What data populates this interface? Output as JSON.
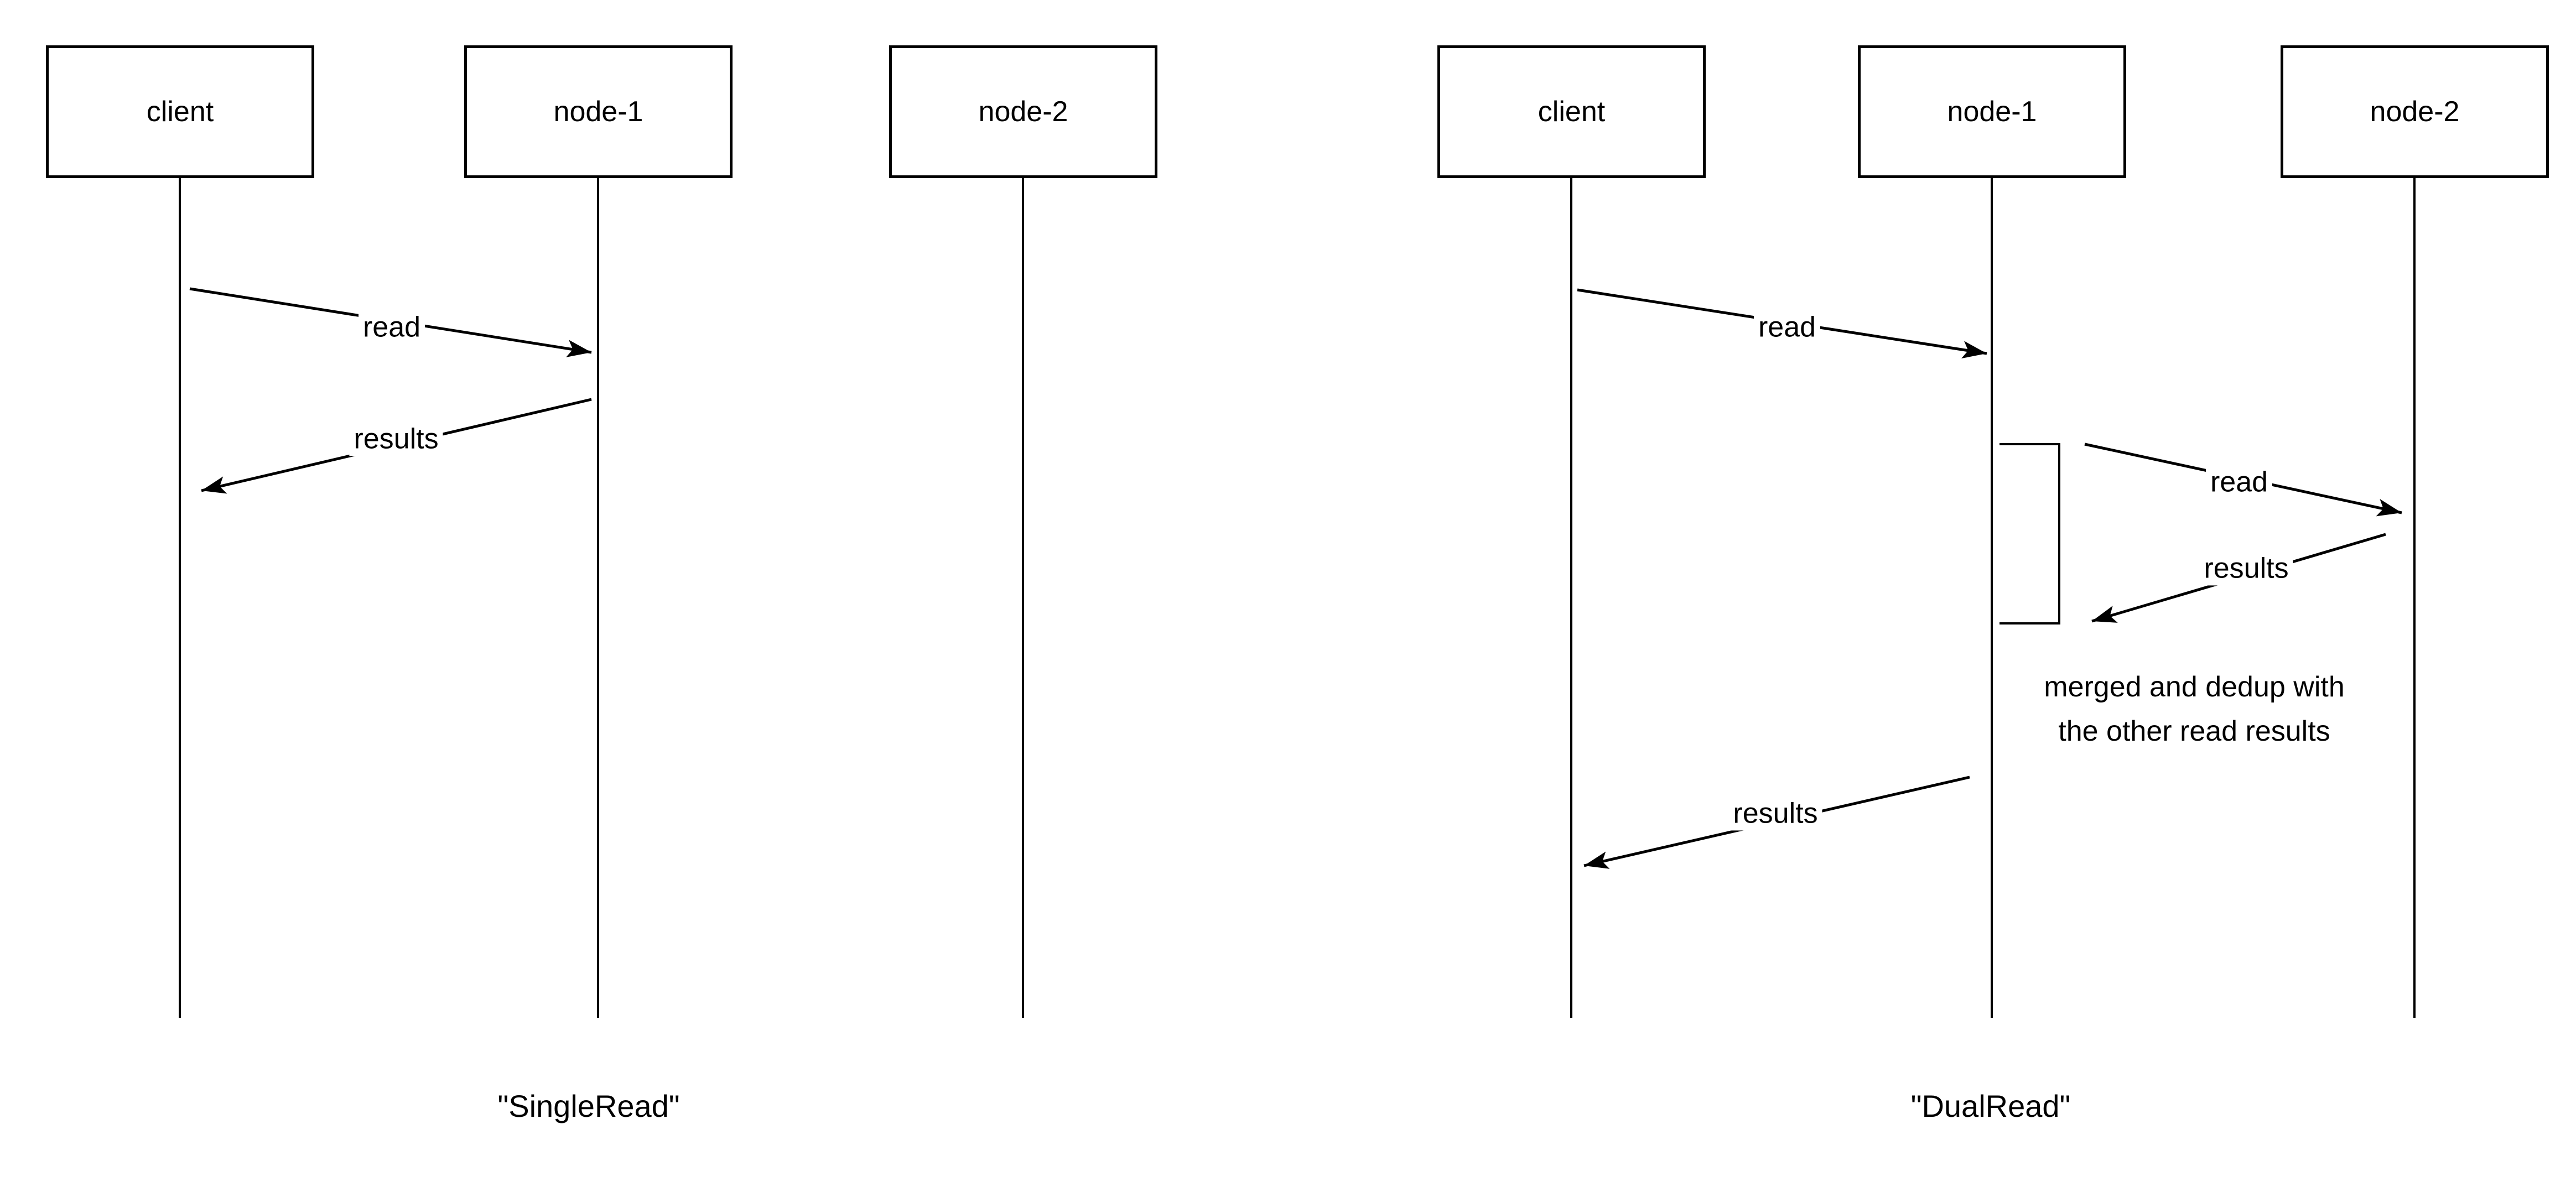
{
  "colors": {
    "stroke": "#000000",
    "background": "#ffffff"
  },
  "diagrams": {
    "single_read": {
      "caption": "\"SingleRead\"",
      "actors": {
        "client": "client",
        "node1": "node-1",
        "node2": "node-2"
      },
      "messages": {
        "read": "read",
        "results": "results"
      }
    },
    "dual_read": {
      "caption": "\"DualRead\"",
      "actors": {
        "client": "client",
        "node1": "node-1",
        "node2": "node-2"
      },
      "messages": {
        "read_client_to_node1": "read",
        "read_node1_to_node2": "read",
        "results_node2_to_node1": "results",
        "results_node1_to_client": "results"
      },
      "note_line1": "merged and dedup with",
      "note_line2": "the other read results"
    }
  }
}
